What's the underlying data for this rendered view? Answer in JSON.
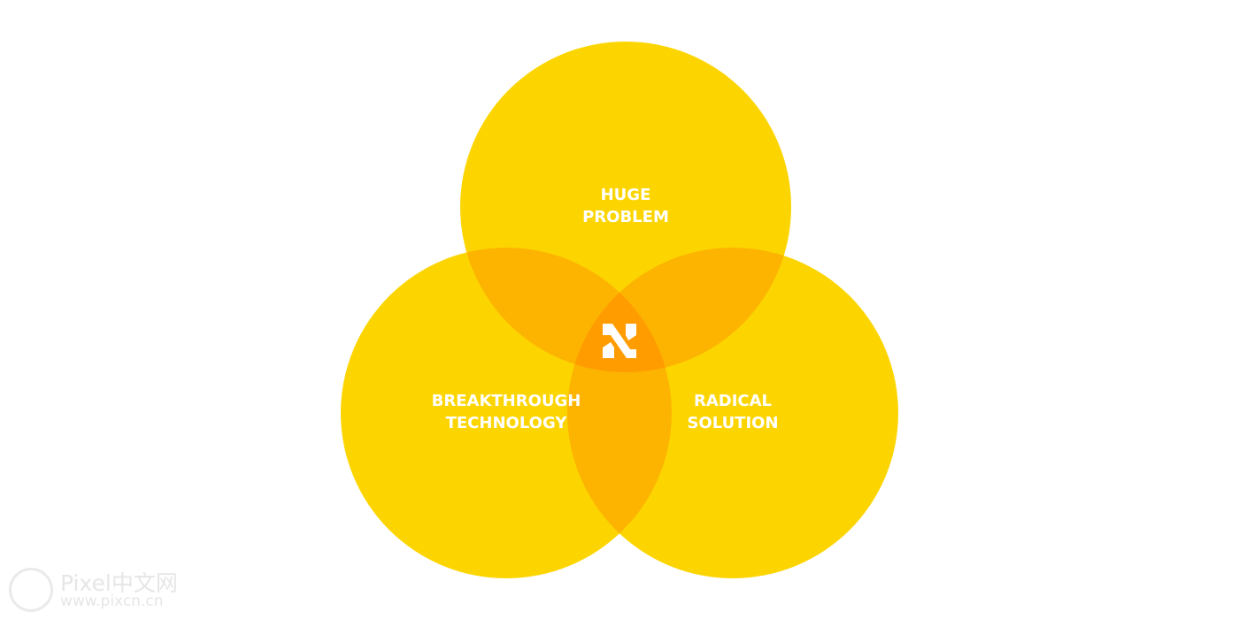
{
  "diagram": {
    "type": "venn",
    "colors": {
      "circle": "#FCD500",
      "pair_overlap": "#FDB400",
      "center": "#FF9C00",
      "text": "#FFFFFF"
    },
    "circles": [
      {
        "id": "top",
        "line1": "HUGE",
        "line2": "PROBLEM"
      },
      {
        "id": "left",
        "line1": "BREAKTHROUGH",
        "line2": "TECHNOLOGY"
      },
      {
        "id": "right",
        "line1": "RADICAL",
        "line2": "SOLUTION"
      }
    ],
    "center_icon": "x-logo-icon"
  },
  "watermark": {
    "line1": "Pixel中文网",
    "line2": "www.pixcn.cn"
  }
}
